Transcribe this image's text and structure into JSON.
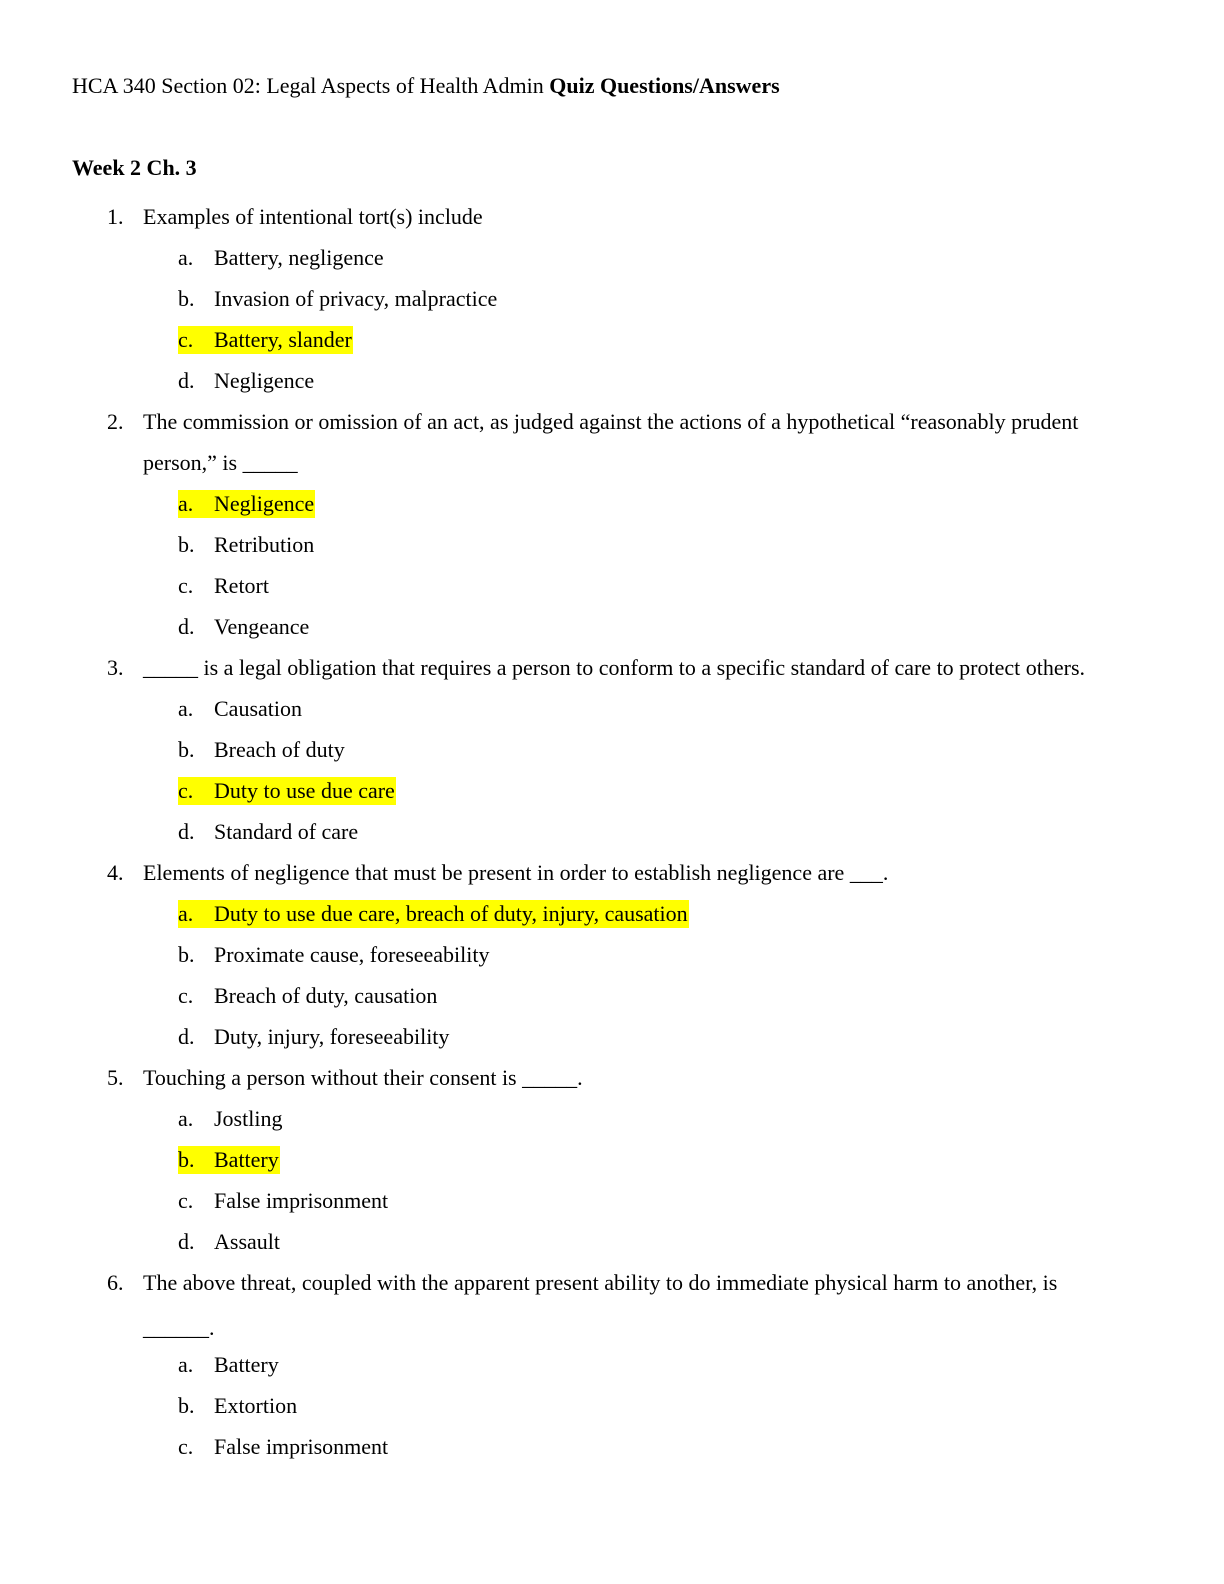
{
  "document": {
    "title_normal": "HCA 340 Section 02: Legal Aspects of Health Admin ",
    "title_bold": "Quiz Questions/Answers",
    "section_heading": "Week 2 Ch. 3"
  },
  "questions": [
    {
      "number": "1.",
      "text": "Examples of intentional tort(s) include",
      "options": [
        {
          "letter": "a.",
          "text": "Battery, negligence",
          "highlighted": false
        },
        {
          "letter": "b.",
          "text": "Invasion of privacy, malpractice",
          "highlighted": false
        },
        {
          "letter": "c.",
          "text": "Battery, slander",
          "highlighted": true
        },
        {
          "letter": "d.",
          "text": "Negligence",
          "highlighted": false
        }
      ]
    },
    {
      "number": "2.",
      "text": "The commission or omission of an act, as judged against the actions of a hypothetical “reasonably prudent person,” is _____",
      "options": [
        {
          "letter": "a.",
          "text": "Negligence",
          "highlighted": true
        },
        {
          "letter": "b.",
          "text": "Retribution",
          "highlighted": false
        },
        {
          "letter": "c.",
          "text": "Retort",
          "highlighted": false
        },
        {
          "letter": "d.",
          "text": "Vengeance",
          "highlighted": false
        }
      ]
    },
    {
      "number": "3.",
      "text": "_____ is a legal obligation that requires a person to conform to a specific standard of care to protect others.",
      "options": [
        {
          "letter": "a.",
          "text": "Causation",
          "highlighted": false
        },
        {
          "letter": "b.",
          "text": "Breach of duty",
          "highlighted": false
        },
        {
          "letter": "c.",
          "text": "Duty to use due care",
          "highlighted": true
        },
        {
          "letter": "d.",
          "text": "Standard of care",
          "highlighted": false
        }
      ]
    },
    {
      "number": "4.",
      "text": "Elements of negligence that must be present in order to establish negligence are ___.",
      "options": [
        {
          "letter": "a.",
          "text": "Duty to use due care, breach of duty, injury, causation",
          "highlighted": true
        },
        {
          "letter": "b.",
          "text": "Proximate cause, foreseeability",
          "highlighted": false
        },
        {
          "letter": "c.",
          "text": "Breach of duty, causation",
          "highlighted": false
        },
        {
          "letter": "d.",
          "text": "Duty, injury, foreseeability",
          "highlighted": false
        }
      ]
    },
    {
      "number": "5.",
      "text": "Touching a person without their consent is _____.",
      "options": [
        {
          "letter": "a.",
          "text": "Jostling",
          "highlighted": false
        },
        {
          "letter": "b.",
          "text": "Battery",
          "highlighted": true
        },
        {
          "letter": "c.",
          "text": "False imprisonment",
          "highlighted": false
        },
        {
          "letter": "d.",
          "text": "Assault",
          "highlighted": false
        }
      ]
    },
    {
      "number": "6.",
      "text": "The above threat, coupled with the apparent present ability to do immediate physical harm to another, is",
      "text_line2": "______.",
      "options": [
        {
          "letter": "a.",
          "text": "Battery",
          "highlighted": false
        },
        {
          "letter": "b.",
          "text": "Extortion",
          "highlighted": false
        },
        {
          "letter": "c.",
          "text": "False imprisonment",
          "highlighted": false
        }
      ]
    }
  ],
  "colors": {
    "highlight": "#ffff00",
    "text": "#000000",
    "background": "#ffffff"
  }
}
